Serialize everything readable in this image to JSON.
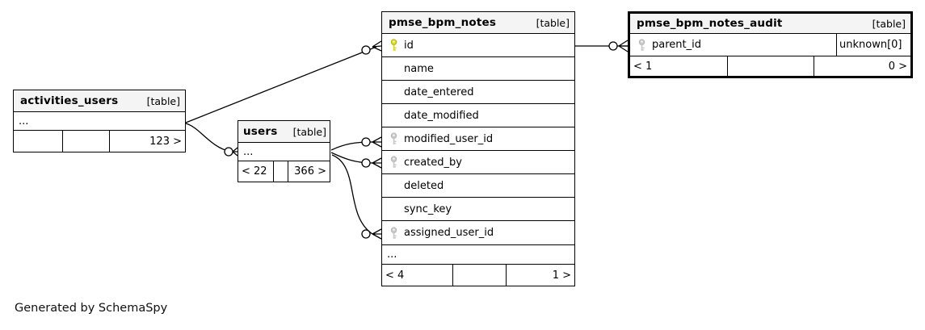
{
  "page": {
    "generated_note": "Generated by SchemaSpy"
  },
  "colors": {
    "header_bg": "#f4f4f4",
    "border": "#000000",
    "primary_key_icon": "#d9d919",
    "foreign_key_icon": "#c9c9c9",
    "background": "#ffffff"
  },
  "tables": {
    "activities_users": {
      "name": "activities_users",
      "type": "[table]",
      "more_columns": "...",
      "footer": {
        "parents": "",
        "middle": "",
        "children": "123 >"
      }
    },
    "users": {
      "name": "users",
      "type": "[table]",
      "more_columns": "...",
      "footer": {
        "parents": "< 22",
        "middle": "",
        "children": "366 >"
      }
    },
    "pmse_bpm_notes": {
      "name": "pmse_bpm_notes",
      "type": "[table]",
      "columns": [
        {
          "label": "id",
          "key": "primary"
        },
        {
          "label": "name",
          "key": null
        },
        {
          "label": "date_entered",
          "key": null
        },
        {
          "label": "date_modified",
          "key": null
        },
        {
          "label": "modified_user_id",
          "key": "foreign"
        },
        {
          "label": "created_by",
          "key": "foreign"
        },
        {
          "label": "deleted",
          "key": null
        },
        {
          "label": "sync_key",
          "key": null
        },
        {
          "label": "assigned_user_id",
          "key": "foreign"
        }
      ],
      "more_columns": "...",
      "footer": {
        "parents": "< 4",
        "middle": "",
        "children": "1 >"
      }
    },
    "pmse_bpm_notes_audit": {
      "name": "pmse_bpm_notes_audit",
      "type": "[table]",
      "columns": [
        {
          "label": "parent_id",
          "key": "foreign",
          "extra": "unknown[0]"
        }
      ],
      "footer": {
        "parents": "< 1",
        "middle": "",
        "children": "0 >"
      }
    }
  }
}
